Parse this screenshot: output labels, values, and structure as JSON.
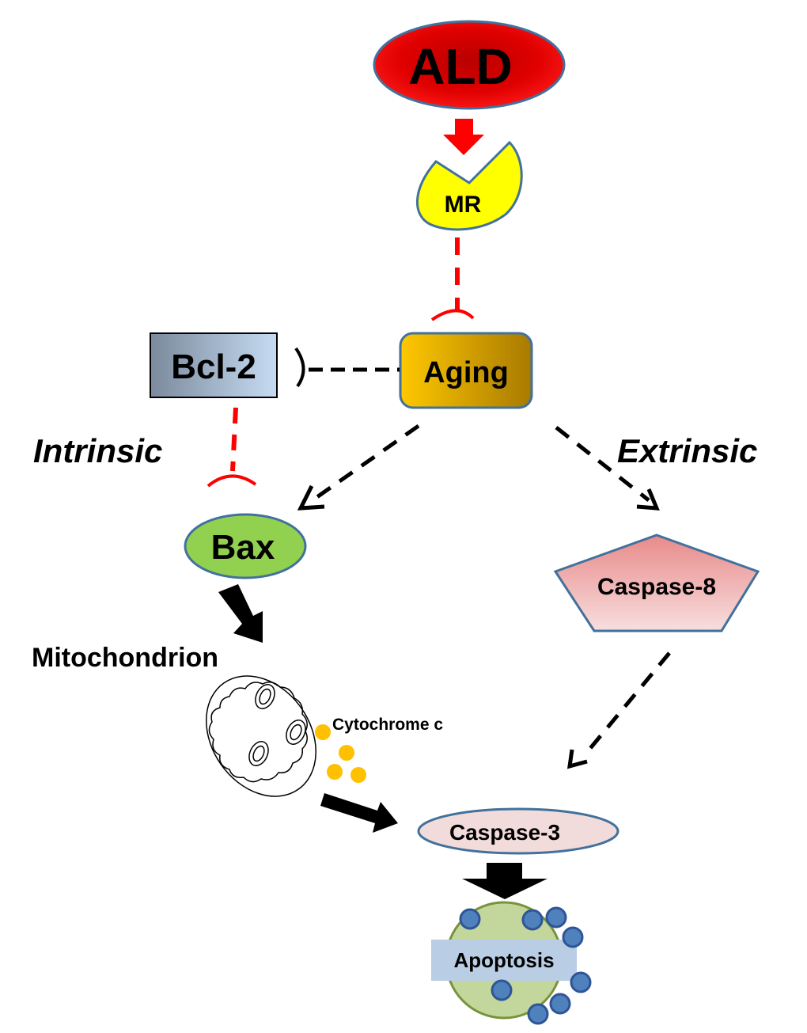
{
  "diagram": {
    "title": "ALD-MR aging apoptosis pathway",
    "nodes": {
      "ald": {
        "label": "ALD",
        "color": "#e00000"
      },
      "mr": {
        "label": "MR",
        "color": "#ffff00"
      },
      "aging": {
        "label": "Aging",
        "color": "#e0a800"
      },
      "bcl2": {
        "label": "Bcl-2",
        "color": "#a9bdd6"
      },
      "bax": {
        "label": "Bax",
        "color": "#92d050"
      },
      "mitochondrion": {
        "label": "Mitochondrion"
      },
      "cytochrome_c": {
        "label": "Cytochrome c",
        "color": "#ffc000"
      },
      "caspase8": {
        "label": "Caspase-8",
        "color": "#f2b6b6"
      },
      "caspase3": {
        "label": "Caspase-3",
        "color": "#f2dcdb"
      },
      "apoptosis": {
        "label": "Apoptosis",
        "color": "#c3d69b"
      }
    },
    "pathway_labels": {
      "intrinsic": "Intrinsic",
      "extrinsic": "Extrinsic"
    },
    "edges": [
      {
        "from": "ALD",
        "to": "MR",
        "type": "activation",
        "style": "solid-block-arrow",
        "color": "#ff0000"
      },
      {
        "from": "MR",
        "to": "Aging",
        "type": "inhibition",
        "style": "dashed",
        "color": "#ff0000"
      },
      {
        "from": "Aging",
        "to": "Bcl-2",
        "type": "inhibition",
        "style": "dashed",
        "color": "#000000"
      },
      {
        "from": "Bcl-2",
        "to": "Bax",
        "type": "inhibition",
        "style": "dashed",
        "color": "#ff0000"
      },
      {
        "from": "Aging",
        "to": "Bax",
        "type": "activation",
        "style": "dashed-arrow",
        "color": "#000000"
      },
      {
        "from": "Aging",
        "to": "Caspase-8",
        "type": "activation",
        "style": "dashed-arrow",
        "color": "#000000"
      },
      {
        "from": "Bax",
        "to": "Mitochondrion",
        "type": "activation",
        "style": "solid-block-arrow",
        "color": "#000000"
      },
      {
        "from": "Mitochondrion",
        "to": "Caspase-3",
        "type": "activation",
        "style": "solid-block-arrow",
        "color": "#000000"
      },
      {
        "from": "Caspase-8",
        "to": "Caspase-3",
        "type": "activation",
        "style": "dashed-arrow",
        "color": "#000000"
      },
      {
        "from": "Caspase-3",
        "to": "Apoptosis",
        "type": "activation",
        "style": "solid-block-arrow",
        "color": "#000000"
      }
    ]
  }
}
